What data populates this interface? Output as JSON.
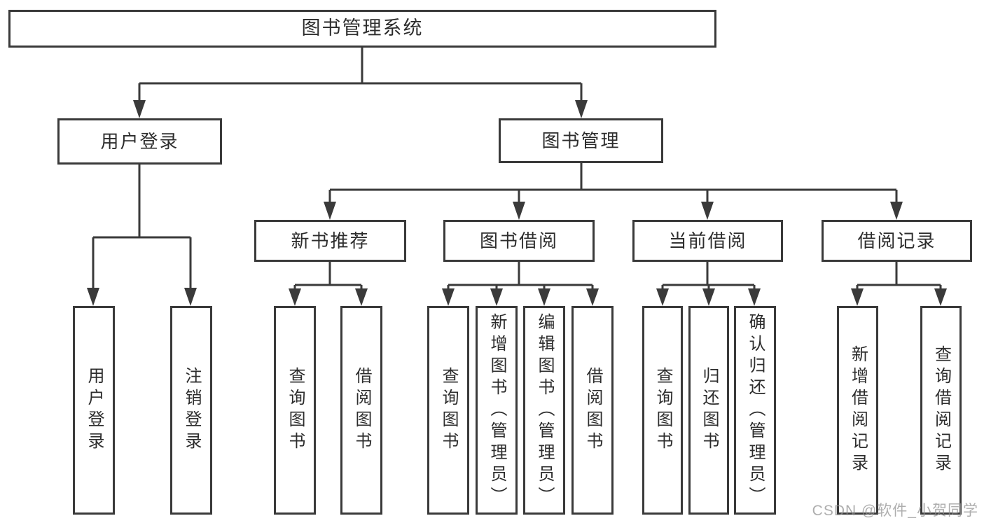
{
  "diagram": {
    "title_node": {
      "label": "图书管理系统"
    },
    "level1": [
      {
        "label": "用户登录"
      },
      {
        "label": "图书管理"
      }
    ],
    "level2": [
      {
        "label": "新书推荐"
      },
      {
        "label": "图书借阅"
      },
      {
        "label": "当前借阅"
      },
      {
        "label": "借阅记录"
      }
    ],
    "leaves": {
      "user_login": [
        "用户登录",
        "注销登录"
      ],
      "new_books": [
        "查询图书",
        "借阅图书"
      ],
      "book_borrow": [
        "查询图书",
        "新增图书（管理员）",
        "编辑图书（管理员）",
        "借阅图书"
      ],
      "current_borrow": [
        "查询图书",
        "归还图书",
        "确认归还（管理员）"
      ],
      "borrow_records": [
        "新增借阅记录",
        "查询借阅记录"
      ]
    }
  },
  "watermark": {
    "text": "CSDN @软件_小贺同学"
  },
  "colors": {
    "line": "#3a3a3a",
    "box_border": "#3a3a3a",
    "text": "#2d2d2d",
    "watermark": "#8f8f8f",
    "background": "#ffffff"
  }
}
